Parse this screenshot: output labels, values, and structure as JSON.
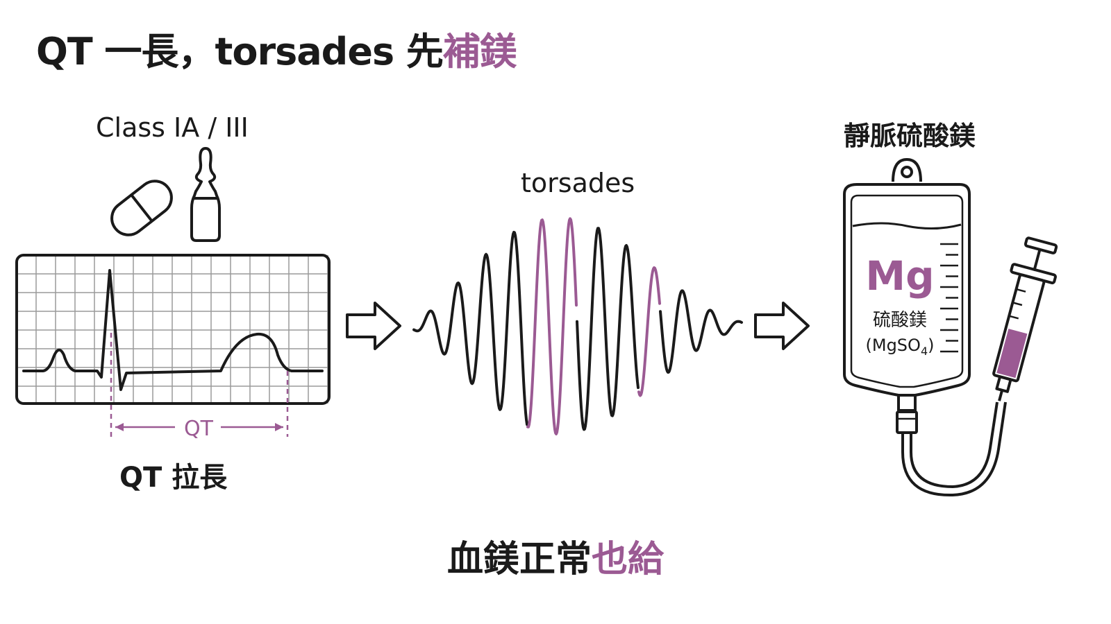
{
  "title": {
    "part1": "QT 一長，torsades 先",
    "part2": "補鎂"
  },
  "left_panel": {
    "drug_class_label": "Class IA / III",
    "interval_label": "QT",
    "caption": "QT 拉長"
  },
  "middle_panel": {
    "rhythm_label": "torsades"
  },
  "right_panel": {
    "treatment_label": "靜脈硫酸鎂",
    "bag_symbol": "Mg",
    "bag_name": "硫酸鎂",
    "bag_formula_prefix": "(MgSO",
    "bag_formula_sub": "4",
    "bag_formula_suffix": ")"
  },
  "footer": {
    "part1": "血鎂正常",
    "part2": "也給"
  },
  "colors": {
    "accent": "#9b5a93",
    "ink": "#1a1a1a",
    "grid": "#9a9a9a"
  },
  "icons": [
    "pill-icon",
    "ampoule-icon",
    "arrow-right-icon",
    "iv-bag-icon",
    "syringe-icon"
  ]
}
